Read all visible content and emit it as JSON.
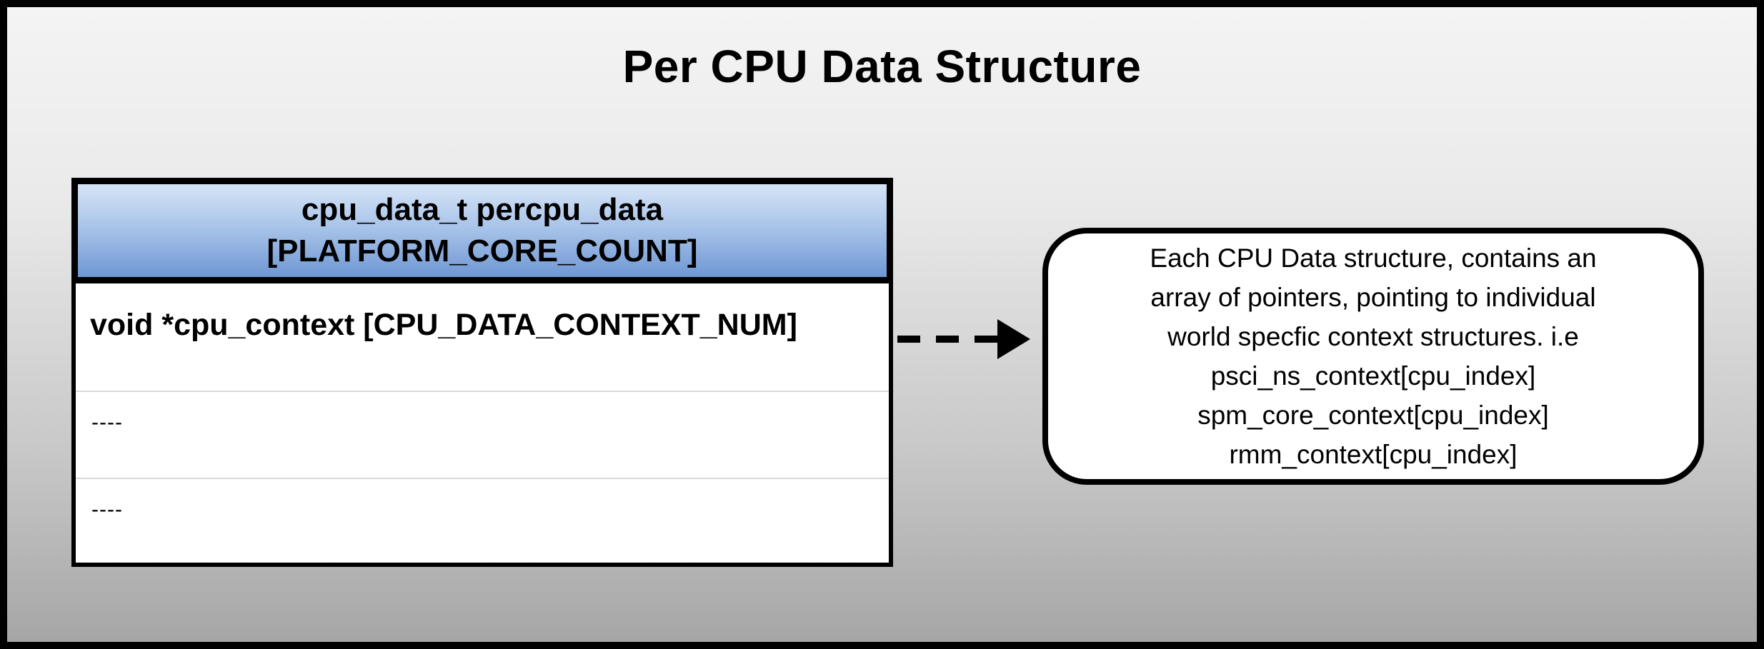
{
  "title": "Per CPU Data Structure",
  "table": {
    "header": {
      "line1": "cpu_data_t percpu_data",
      "line2": "[PLATFORM_CORE_COUNT]"
    },
    "rows": [
      {
        "label": "void *cpu_context [CPU_DATA_CONTEXT_NUM]"
      },
      {
        "label": "----"
      },
      {
        "label": "----"
      }
    ]
  },
  "note": {
    "lines": [
      "Each CPU Data structure, contains an",
      "array of pointers, pointing to individual",
      "world specfic context structures. i.e",
      "psci_ns_context[cpu_index]",
      "spm_core_context[cpu_index]",
      "rmm_context[cpu_index]"
    ]
  },
  "colors": {
    "outer_border": "#000000",
    "background_gradient_top": "#f4f4f4",
    "background_gradient_bottom": "#a6a6a6",
    "header_gradient_top": "#d6e4f7",
    "header_gradient_bottom": "#6f97d4",
    "box_background": "#ffffff",
    "separator_line": "#d8d8d8"
  }
}
